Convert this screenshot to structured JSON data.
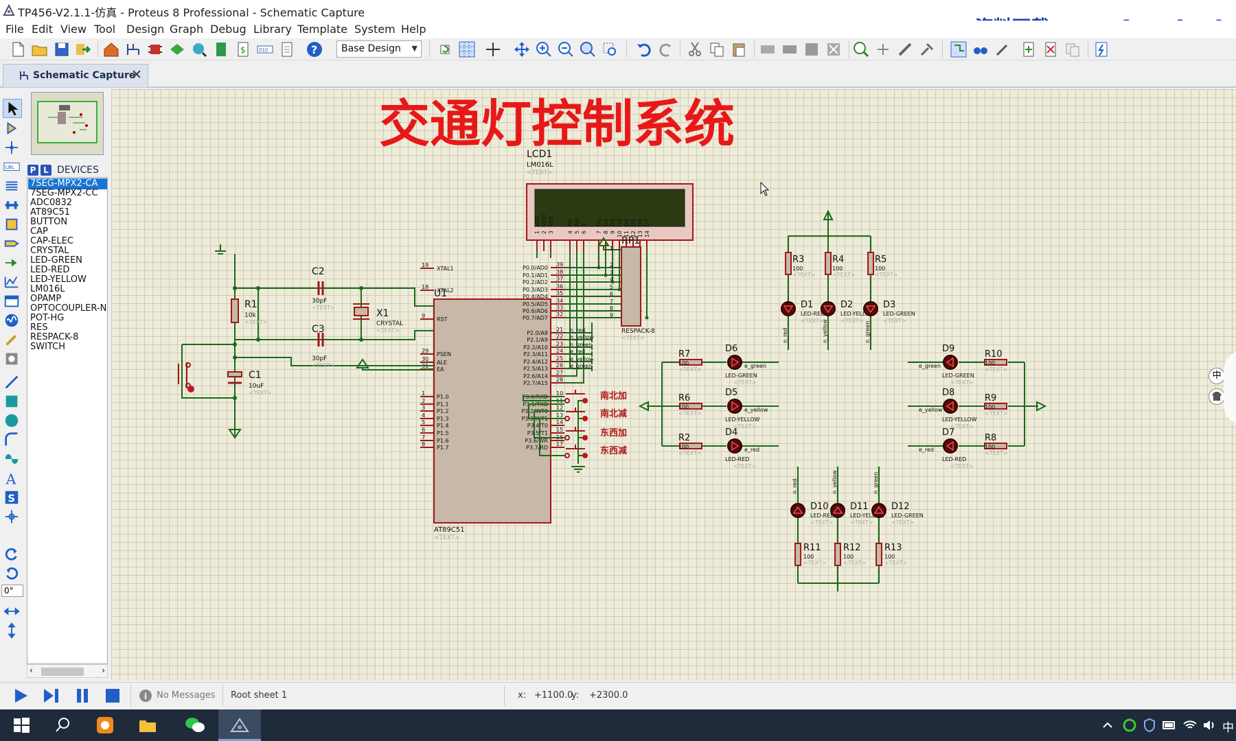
{
  "window": {
    "title": "TP456-V2.1.1-仿真 - Proteus 8 Professional - Schematic Capture",
    "download_banner": "资料下载：www.fangzhenk"
  },
  "menu": [
    "File",
    "Edit",
    "View",
    "Tool",
    "Design",
    "Graph",
    "Debug",
    "Library",
    "Template",
    "System",
    "Help"
  ],
  "toolbar": {
    "design_combo": "Base Design"
  },
  "tab": {
    "label": "Schematic Capture",
    "close": "✕"
  },
  "devices": {
    "header": "DEVICES",
    "p_btn": "P",
    "l_btn": "L",
    "items": [
      "7SEG-MPX2-CA",
      "7SEG-MPX2-CC",
      "ADC0832",
      "AT89C51",
      "BUTTON",
      "CAP",
      "CAP-ELEC",
      "CRYSTAL",
      "LED-GREEN",
      "LED-RED",
      "LED-YELLOW",
      "LM016L",
      "OPAMP",
      "OPTOCOUPLER-N",
      "POT-HG",
      "RES",
      "RESPACK-8",
      "SWITCH"
    ],
    "selected_index": 0
  },
  "rotation": "0°",
  "schematic": {
    "title": "交通灯控制系统",
    "text_placeholder": "<TEXT>",
    "lcd": {
      "ref": "LCD1",
      "part": "LM016L",
      "pins": [
        "VSS",
        "VDD",
        "VEE",
        "RS",
        "RW",
        "E",
        "D0",
        "D1",
        "D2",
        "D3",
        "D4",
        "D5",
        "D6",
        "D7"
      ],
      "pin_numbers": [
        "1",
        "2",
        "3",
        "4",
        "5",
        "6",
        "7",
        "8",
        "9",
        "10",
        "11",
        "12",
        "13",
        "14"
      ]
    },
    "mcu": {
      "ref": "U1",
      "part": "AT89C51",
      "left_pins": [
        {
          "num": "19",
          "name": "XTAL1"
        },
        {
          "num": "18",
          "name": "XTAL2"
        },
        {
          "num": "9",
          "name": "RST"
        },
        {
          "num": "29",
          "name": "PSEN"
        },
        {
          "num": "30",
          "name": "ALE"
        },
        {
          "num": "31",
          "name": "EA"
        },
        {
          "num": "1",
          "name": "P1.0"
        },
        {
          "num": "2",
          "name": "P1.1"
        },
        {
          "num": "3",
          "name": "P1.2"
        },
        {
          "num": "4",
          "name": "P1.3"
        },
        {
          "num": "5",
          "name": "P1.4"
        },
        {
          "num": "6",
          "name": "P1.5"
        },
        {
          "num": "7",
          "name": "P1.6"
        },
        {
          "num": "8",
          "name": "P1.7"
        }
      ],
      "right_pins": [
        {
          "num": "39",
          "name": "P0.0/AD0"
        },
        {
          "num": "38",
          "name": "P0.1/AD1"
        },
        {
          "num": "37",
          "name": "P0.2/AD2"
        },
        {
          "num": "36",
          "name": "P0.3/AD3"
        },
        {
          "num": "35",
          "name": "P0.4/AD4"
        },
        {
          "num": "34",
          "name": "P0.5/AD5"
        },
        {
          "num": "33",
          "name": "P0.6/AD6"
        },
        {
          "num": "32",
          "name": "P0.7/AD7"
        },
        {
          "num": "21",
          "name": "P2.0/A8"
        },
        {
          "num": "22",
          "name": "P2.1/A9"
        },
        {
          "num": "23",
          "name": "P2.2/A10"
        },
        {
          "num": "24",
          "name": "P2.3/A11"
        },
        {
          "num": "25",
          "name": "P2.4/A12"
        },
        {
          "num": "26",
          "name": "P2.5/A13"
        },
        {
          "num": "27",
          "name": "P2.6/A14"
        },
        {
          "num": "28",
          "name": "P2.7/A15"
        },
        {
          "num": "10",
          "name": "P3.0/RXD"
        },
        {
          "num": "11",
          "name": "P3.1/TXD"
        },
        {
          "num": "12",
          "name": "P3.2/INT0"
        },
        {
          "num": "13",
          "name": "P3.3/INT1"
        },
        {
          "num": "14",
          "name": "P3.4/T0"
        },
        {
          "num": "15",
          "name": "P3.5/T1"
        },
        {
          "num": "16",
          "name": "P3.6/WR"
        },
        {
          "num": "17",
          "name": "P3.7/RD"
        }
      ],
      "p2_nets": [
        "n_red",
        "n_yellow",
        "n_green",
        "e_red",
        "e_yellow",
        "e_green"
      ]
    },
    "parts": {
      "c2": {
        "ref": "C2",
        "val": "30pF"
      },
      "c3": {
        "ref": "C3",
        "val": "30pF"
      },
      "x1": {
        "ref": "X1",
        "val": "CRYSTAL"
      },
      "r1": {
        "ref": "R1",
        "val": "10k"
      },
      "c1": {
        "ref": "C1",
        "val": "10uF"
      },
      "rp1": {
        "ref": "RP1",
        "val": "RESPACK-8",
        "pins": [
          "1",
          "2",
          "3",
          "4",
          "5",
          "6",
          "7",
          "8",
          "9"
        ]
      }
    },
    "buttons": [
      "南北加",
      "南北减",
      "东西加",
      "东西减"
    ],
    "north": {
      "resistors": [
        {
          "ref": "R3",
          "val": "100"
        },
        {
          "ref": "R4",
          "val": "100"
        },
        {
          "ref": "R5",
          "val": "100"
        }
      ],
      "leds": [
        {
          "ref": "D1",
          "val": "LED-RED"
        },
        {
          "ref": "D2",
          "val": "LED-YELLOW"
        },
        {
          "ref": "D3",
          "val": "LED-GREEN"
        }
      ],
      "nets": [
        "n_red",
        "n_yellow",
        "n_green"
      ]
    },
    "west": {
      "rows": [
        {
          "r": "R7",
          "d": "D6",
          "led": "LED-GREEN",
          "net": "e_green"
        },
        {
          "r": "R6",
          "d": "D5",
          "led": "LED-YELLOW",
          "net": "e_yellow"
        },
        {
          "r": "R2",
          "d": "D4",
          "led": "LED-RED",
          "net": "e_red"
        }
      ],
      "val": "100"
    },
    "east": {
      "rows": [
        {
          "r": "R10",
          "d": "D9",
          "led": "LED-GREEN",
          "net": "e_green"
        },
        {
          "r": "R9",
          "d": "D8",
          "led": "LED-YELLOW",
          "net": "e_yellow"
        },
        {
          "r": "R8",
          "d": "D7",
          "led": "LED-RED",
          "net": "e_red"
        }
      ],
      "val": "100"
    },
    "south": {
      "resistors": [
        {
          "ref": "R11",
          "val": "100"
        },
        {
          "ref": "R12",
          "val": "100"
        },
        {
          "ref": "R13",
          "val": "100"
        }
      ],
      "leds": [
        {
          "ref": "D10",
          "val": "LED-RED"
        },
        {
          "ref": "D11",
          "val": "LED-YELLOW"
        },
        {
          "ref": "D12",
          "val": "LED-GREEN"
        }
      ],
      "nets": [
        "n_red",
        "n_yellow",
        "n_green"
      ]
    }
  },
  "status": {
    "messages": "No Messages",
    "sheet": "Root sheet 1",
    "x_label": "x:",
    "x": "+1100.0",
    "y_label": "y:",
    "y": "+2300.0"
  },
  "ime": {
    "zh": "中",
    "taskbar_zh": "中"
  }
}
